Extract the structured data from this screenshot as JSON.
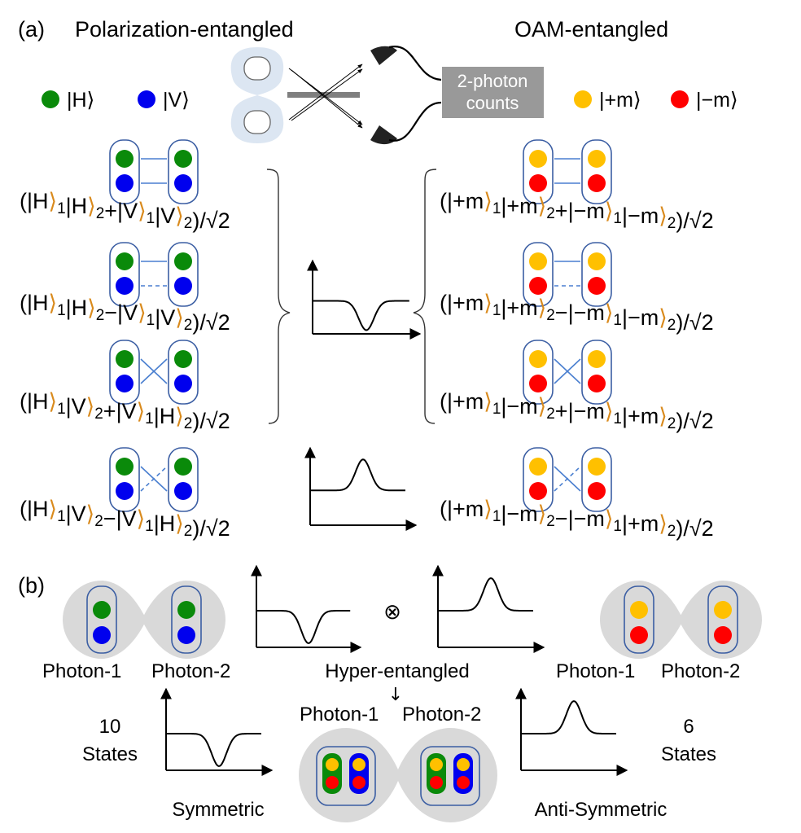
{
  "panel_a": {
    "label": "(a)",
    "left_title": "Polarization-entangled",
    "right_title": "OAM-entangled",
    "legend_left": [
      {
        "label": "|H⟩",
        "color": "#0a8a0a"
      },
      {
        "label": "|V⟩",
        "color": "#0000ee"
      }
    ],
    "legend_right": [
      {
        "label": "|+m⟩",
        "color": "#ffc000"
      },
      {
        "label": "|−m⟩",
        "color": "#ff0000"
      }
    ],
    "source_box": "2-photon\ncounts",
    "source_box_lines": [
      "2-photon",
      "counts"
    ],
    "pol_states": [
      {
        "eq": "(|H⟩₁|H⟩₂+|V⟩₁|V⟩₂)/√2",
        "links": "parallel-solid"
      },
      {
        "eq": "(|H⟩₁|H⟩₂−|V⟩₁|V⟩₂)/√2",
        "links": "parallel-dashed"
      },
      {
        "eq": "(|H⟩₁|V⟩₂+|V⟩₁|H⟩₂)/√2",
        "links": "cross-solid"
      },
      {
        "eq": "(|H⟩₁|V⟩₂−|V⟩₁|H⟩₂)/√2",
        "links": "cross-dashed"
      }
    ],
    "oam_states": [
      {
        "eq": "(|+m⟩₁|+m⟩₂+|−m⟩₁|−m⟩₂)/√2",
        "links": "parallel-solid"
      },
      {
        "eq": "(|+m⟩₁|+m⟩₂−|−m⟩₁|−m⟩₂)/√2",
        "links": "parallel-dashed"
      },
      {
        "eq": "(|+m⟩₁|−m⟩₂+|−m⟩₁|+m⟩₂)/√2",
        "links": "cross-solid"
      },
      {
        "eq": "(|+m⟩₁|−m⟩₂−|−m⟩₁|+m⟩₂)/√2",
        "links": "cross-dashed"
      }
    ],
    "symmetric_curve": "dip",
    "antisymmetric_curve": "peak"
  },
  "panel_b": {
    "label": "(b)",
    "photon1": "Photon-1",
    "photon2": "Photon-2",
    "tensor_symbol": "⊗",
    "hyper_label": "Hyper-entangled",
    "down_arrow": "↓",
    "sym_count": "10",
    "sym_states": "States",
    "sym_label": "Symmetric",
    "anti_count": "6",
    "anti_states": "States",
    "anti_label": "Anti-Symmetric"
  },
  "colors": {
    "H": "#0a8a0a",
    "V": "#0000ee",
    "plus_m": "#ffc000",
    "minus_m": "#ff0000",
    "capsule": "#3b5ea3",
    "link": "#4a7fd0",
    "blob": "#d9d9d9",
    "source_blob": "#dce6f2",
    "box": "#999999"
  }
}
